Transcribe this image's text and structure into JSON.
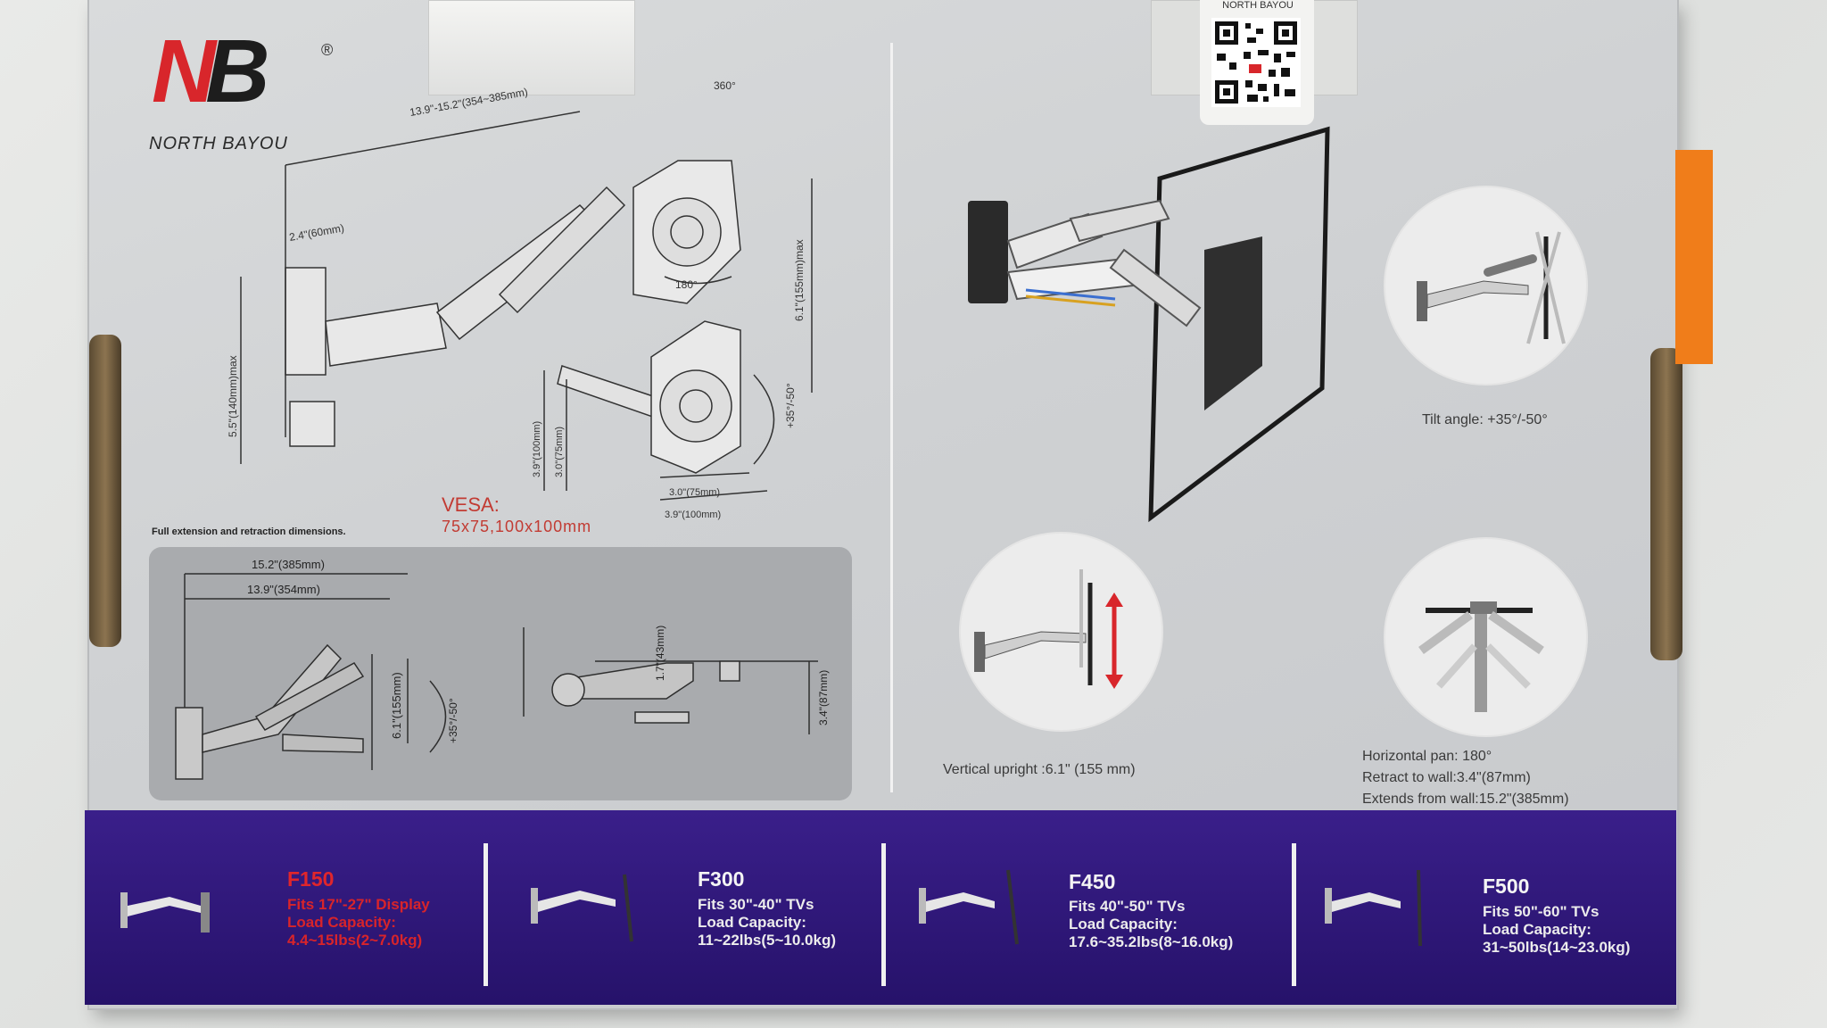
{
  "brand": {
    "logo": "NB",
    "registered": "®",
    "name": "NORTH BAYOU"
  },
  "qr": {
    "top_text": "NORTH BAYOU"
  },
  "diagram": {
    "dims": {
      "width_range": "13.9\"-15.2\"(354~385mm)",
      "rotation": "360°",
      "mount_width": "2.4\"(60mm)",
      "rotate_180": "180°",
      "height_max": "6.1\"(155mm)max",
      "arm_height_max": "5.5\"(140mm)max",
      "v100": "3.9\"(100mm)",
      "v75": "3.0\"(75mm)",
      "tilt": "+35°/-50°",
      "h75": "3.0\"(75mm)",
      "h100": "3.9\"(100mm)"
    },
    "vesa_label": "VESA:",
    "vesa_sizes": "75x75,100x100mm",
    "full_extension_note": "Full extension and retraction dimensions.",
    "panel_dims": {
      "ext_max": "15.2\"(385mm)",
      "ext_min": "13.9\"(354mm)",
      "height": "6.1\"(155mm)",
      "tilt": "+35°/-50°",
      "thickness": "1.7\"(43mm)",
      "retract": "3.4\"(87mm)"
    }
  },
  "features": {
    "tilt_caption": "Tilt angle: +35°/-50°",
    "vertical_caption": "Vertical upright :6.1\" (155 mm)",
    "pan_lines": [
      "Horizontal pan: 180°",
      "Retract to wall:3.4\"(87mm)",
      "Extends from wall:15.2\"(385mm)"
    ]
  },
  "models": [
    {
      "name": "F150",
      "fits": "Fits 17\"-27\" Display",
      "capacity_label": "Load Capacity:",
      "capacity": "4.4~15lbs(2~7.0kg)"
    },
    {
      "name": "F300",
      "fits": "Fits 30\"-40\" TVs",
      "capacity_label": "Load Capacity:",
      "capacity": "11~22lbs(5~10.0kg)"
    },
    {
      "name": "F450",
      "fits": "Fits 40\"-50\" TVs",
      "capacity_label": "Load Capacity:",
      "capacity": "17.6~35.2lbs(8~16.0kg)"
    },
    {
      "name": "F500",
      "fits": "Fits 50\"-60\" TVs",
      "capacity_label": "Load Capacity:",
      "capacity": "31~50lbs(14~23.0kg)"
    }
  ],
  "colors": {
    "band": "#2e1777",
    "accent_red": "#d8262b",
    "orange_tab": "#f07d1a"
  }
}
